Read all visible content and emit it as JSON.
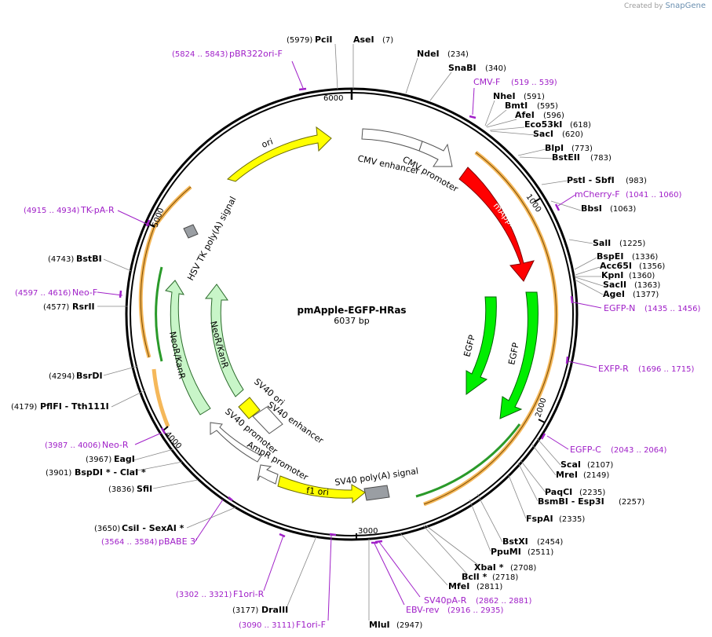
{
  "watermark": {
    "prefix": "Created by",
    "brand": "SnapGene"
  },
  "plasmid": {
    "name": "pmApple-EGFP-HRas",
    "length_label": "6037 bp",
    "length": 6037
  },
  "ticks": [
    "1000",
    "2000",
    "3000",
    "4000",
    "5000",
    "6000"
  ],
  "enzymes": [
    {
      "id": "pcii",
      "name": "PciI",
      "pos": "(5979)"
    },
    {
      "id": "asei",
      "name": "AseI",
      "pos": "(7)"
    },
    {
      "id": "ndei",
      "name": "NdeI",
      "pos": "(234)"
    },
    {
      "id": "snabi",
      "name": "SnaBI",
      "pos": "(340)"
    },
    {
      "id": "nhei",
      "name": "NheI",
      "pos": "(591)"
    },
    {
      "id": "bmti",
      "name": "BmtI",
      "pos": "(595)"
    },
    {
      "id": "afei",
      "name": "AfeI",
      "pos": "(596)"
    },
    {
      "id": "eco53ki",
      "name": "Eco53kI",
      "pos": "(618)"
    },
    {
      "id": "saci",
      "name": "SacI",
      "pos": "(620)"
    },
    {
      "id": "blpi",
      "name": "BlpI",
      "pos": "(773)"
    },
    {
      "id": "bsteii",
      "name": "BstEII",
      "pos": "(783)"
    },
    {
      "id": "psti",
      "name": "PstI  - SbfI",
      "pos": "(983)"
    },
    {
      "id": "bbsi",
      "name": "BbsI",
      "pos": "(1063)"
    },
    {
      "id": "sali",
      "name": "SalI",
      "pos": "(1225)"
    },
    {
      "id": "bspei",
      "name": "BspEI",
      "pos": "(1336)"
    },
    {
      "id": "acc65i",
      "name": "Acc65I",
      "pos": "(1356)"
    },
    {
      "id": "kpni",
      "name": "KpnI",
      "pos": "(1360)"
    },
    {
      "id": "sacii",
      "name": "SacII",
      "pos": "(1363)"
    },
    {
      "id": "agei",
      "name": "AgeI",
      "pos": "(1377)"
    },
    {
      "id": "scai",
      "name": "ScaI",
      "pos": "(2107)"
    },
    {
      "id": "mrei",
      "name": "MreI",
      "pos": "(2149)"
    },
    {
      "id": "paqci",
      "name": "PaqCI",
      "pos": "(2235)"
    },
    {
      "id": "bsmbi",
      "name": "BsmBI  - Esp3I",
      "pos": "(2257)"
    },
    {
      "id": "fspai",
      "name": "FspAI",
      "pos": "(2335)"
    },
    {
      "id": "bstxi",
      "name": "BstXI",
      "pos": "(2454)"
    },
    {
      "id": "ppumi",
      "name": "PpuMI",
      "pos": "(2511)"
    },
    {
      "id": "xbai",
      "name": "XbaI *",
      "pos": "(2708)"
    },
    {
      "id": "bcli",
      "name": "BclI *",
      "pos": "(2718)"
    },
    {
      "id": "mfei",
      "name": "MfeI",
      "pos": "(2811)"
    },
    {
      "id": "mlui",
      "name": "MluI",
      "pos": "(2947)"
    },
    {
      "id": "draiii",
      "name": "DraIII",
      "pos": "(3177)"
    },
    {
      "id": "csii",
      "name": "CsiI  - SexAI *",
      "pos": "(3650)"
    },
    {
      "id": "sfii",
      "name": "SfiI",
      "pos": "(3836)"
    },
    {
      "id": "bspdi",
      "name": "BspDI *  - ClaI *",
      "pos": "(3901)"
    },
    {
      "id": "eagi",
      "name": "EagI",
      "pos": "(3967)"
    },
    {
      "id": "pflfi",
      "name": "PflFI  - Tth111I",
      "pos": "(4179)"
    },
    {
      "id": "bsrdi",
      "name": "BsrDI",
      "pos": "(4294)"
    },
    {
      "id": "rsrii",
      "name": "RsrII",
      "pos": "(4577)"
    },
    {
      "id": "bstbi",
      "name": "BstBI",
      "pos": "(4743)"
    }
  ],
  "primers": [
    {
      "id": "pbr322ori-f",
      "name": "pBR322ori-F",
      "range": "(5824 .. 5843)"
    },
    {
      "id": "cmv-f",
      "name": "CMV-F",
      "range": "(519 .. 539)"
    },
    {
      "id": "mcherry-f",
      "name": "mCherry-F",
      "range": "(1041 .. 1060)"
    },
    {
      "id": "egfp-n",
      "name": "EGFP-N",
      "range": "(1435 .. 1456)"
    },
    {
      "id": "exfp-r",
      "name": "EXFP-R",
      "range": "(1696 .. 1715)"
    },
    {
      "id": "egfp-c",
      "name": "EGFP-C",
      "range": "(2043 .. 2064)"
    },
    {
      "id": "sv40pa-r",
      "name": "SV40pA-R",
      "range": "(2862 .. 2881)"
    },
    {
      "id": "ebv-rev",
      "name": "EBV-rev",
      "range": "(2916 .. 2935)"
    },
    {
      "id": "f1ori-f",
      "name": "F1ori-F",
      "range": "(3090 .. 3111)"
    },
    {
      "id": "f1ori-r",
      "name": "F1ori-R",
      "range": "(3302 .. 3321)"
    },
    {
      "id": "pbabe3",
      "name": "pBABE 3'",
      "range": "(3564 .. 3584)"
    },
    {
      "id": "neo-r",
      "name": "Neo-R",
      "range": "(3987 .. 4006)"
    },
    {
      "id": "neo-f",
      "name": "Neo-F",
      "range": "(4597 .. 4616)"
    },
    {
      "id": "tk-pa-r",
      "name": "TK-pA-R",
      "range": "(4915 .. 4934)"
    }
  ],
  "features": {
    "ori": "ori",
    "cmv_enhancer": "CMV enhancer",
    "cmv_promoter": "CMV promoter",
    "mapple": "mApple",
    "egfp_inner": "EGFP",
    "egfp_outer": "EGFP",
    "sv40_polya": "SV40 poly(A) signal",
    "f1_ori": "f1 ori",
    "ampr_promoter": "AmpR promoter",
    "sv40_promoter": "SV40 promoter",
    "sv40_enhancer": "SV40 enhancer",
    "sv40_ori": "SV40 ori",
    "neor_inner": "NeoR/KanR",
    "neor_outer": "NeoR/KanR",
    "hsv_tk": "HSV TK poly(A) signal"
  },
  "colors": {
    "ori": "#ffff00",
    "mapple": "#ff0000",
    "egfp": "#00ee00",
    "neor": "#c8f5c8",
    "primer": "#a020c8",
    "orange_band": "#f5b85a",
    "polya": "#9a9ea3"
  }
}
